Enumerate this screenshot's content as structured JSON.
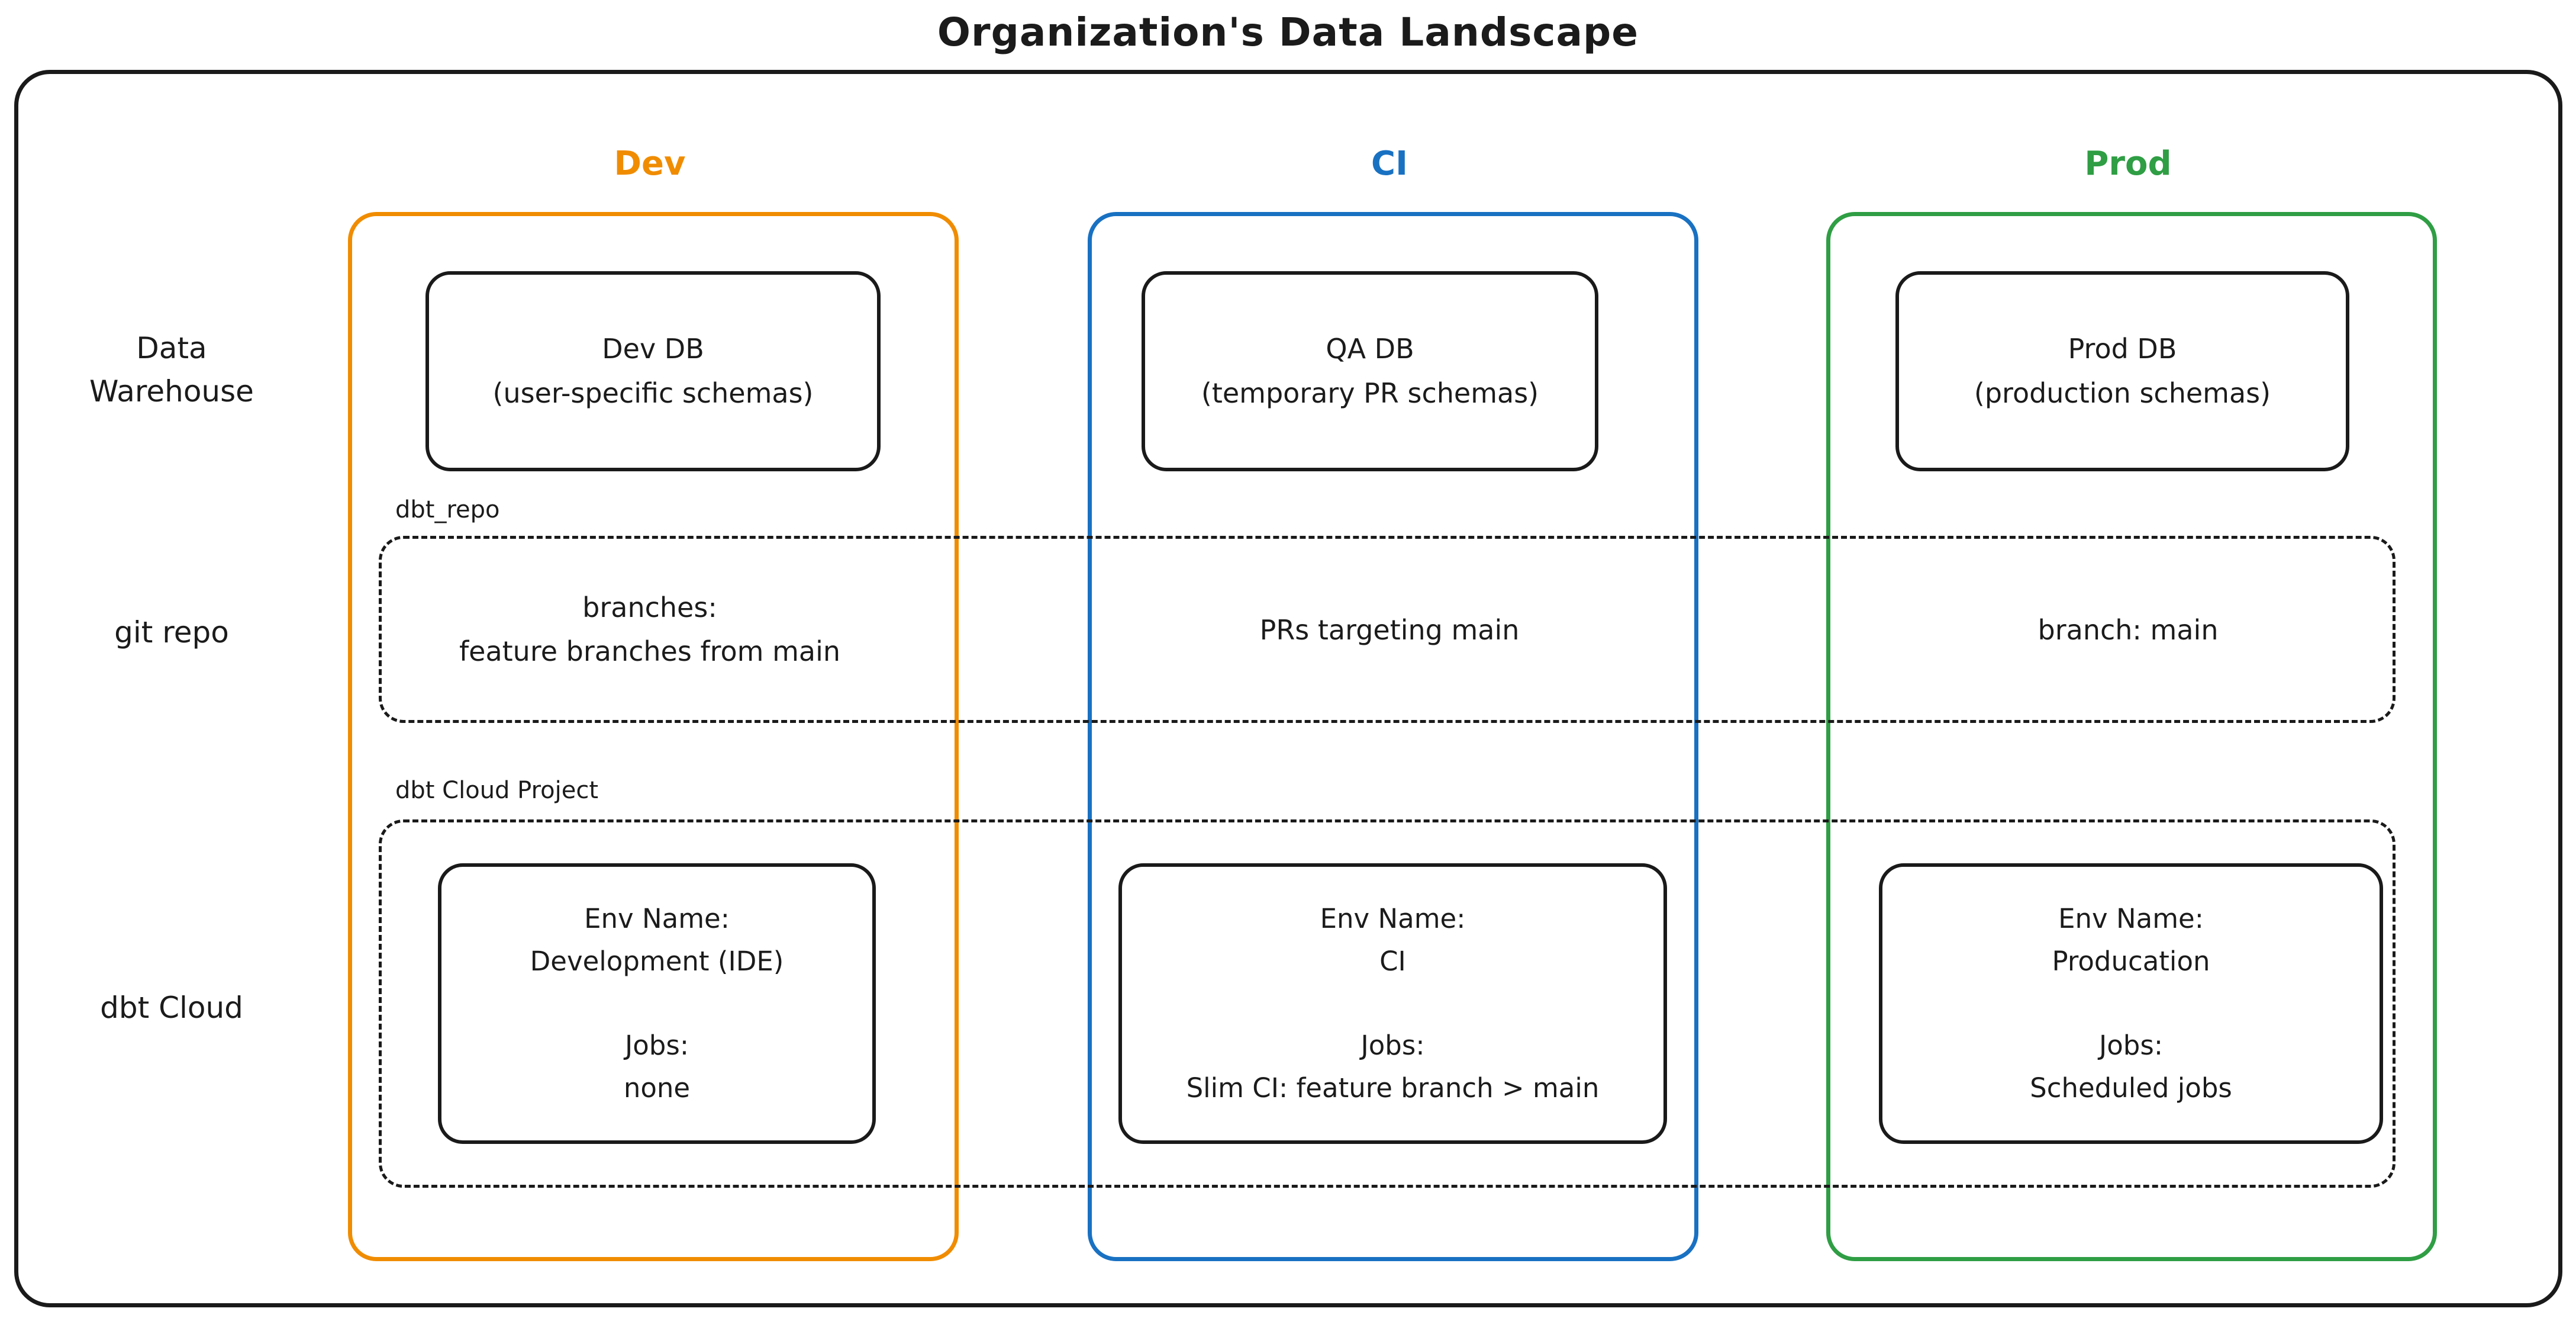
{
  "title": "Organization's Data Landscape",
  "colors": {
    "dev": "#f08c00",
    "ci": "#1971c2",
    "prod": "#2f9e44",
    "ink": "#1b1b1b"
  },
  "columns": [
    {
      "label": "Dev"
    },
    {
      "label": "CI"
    },
    {
      "label": "Prod"
    }
  ],
  "row_labels": {
    "warehouse_line1": "Data",
    "warehouse_line2": "Warehouse",
    "git": "git repo",
    "dbt": "dbt Cloud"
  },
  "warehouse": {
    "dev": {
      "title": "Dev DB",
      "subtitle": "(user-specific schemas)"
    },
    "ci": {
      "title": "QA DB",
      "subtitle": "(temporary PR schemas)"
    },
    "prod": {
      "title": "Prod DB",
      "subtitle": "(production schemas)"
    }
  },
  "git_repo": {
    "container_label": "dbt_repo",
    "dev_line1": "branches:",
    "dev_line2": "feature branches from main",
    "ci": "PRs targeting main",
    "prod": "branch: main"
  },
  "dbt_cloud": {
    "container_label": "dbt Cloud Project",
    "env_name_label": "Env Name:",
    "jobs_label": "Jobs:",
    "dev": {
      "env_name": "Development (IDE)",
      "jobs": "none"
    },
    "ci": {
      "env_name": "CI",
      "jobs": "Slim CI: feature branch > main"
    },
    "prod": {
      "env_name": "Producation",
      "jobs": "Scheduled jobs"
    }
  }
}
